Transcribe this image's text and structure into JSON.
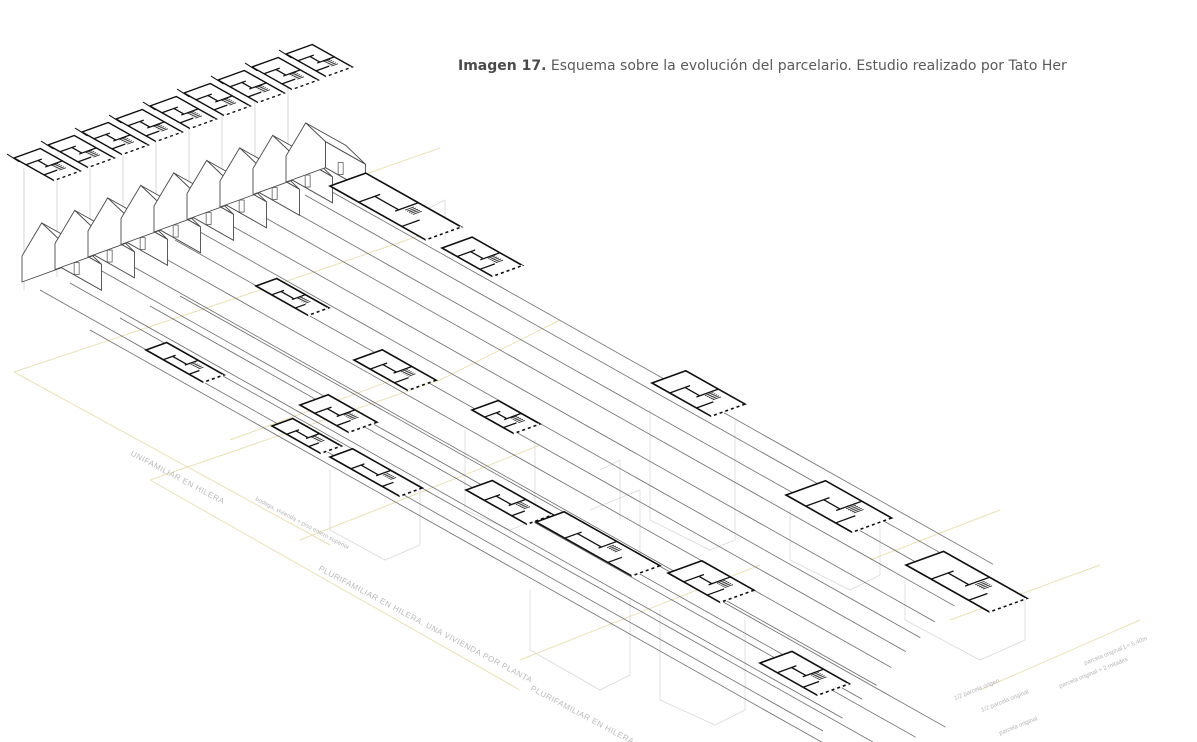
{
  "caption": {
    "title": "Imagen 17.",
    "text": " Esquema sobre la evolución del parcelario. Estudio realizado por Tato Her"
  },
  "diagram": {
    "labels": [
      "UNIFAMILIAR EN HILERA",
      "bodega, vivienda + piso entero superior",
      "PLURIFAMILIAR EN HILERA. UNA VIVIENDA POR PLANTA",
      "PLURIFAMILIAR EN HILERA. DOS",
      "1/2 parcela original",
      "1/2 parcela origen",
      "parcela original",
      "parcela original + 2 mitades",
      "parcela original  L= 6,40m"
    ],
    "colors": {
      "line": "#6b6b6b",
      "ink": "#111111",
      "guide": "#e8e2b8",
      "ghost": "#d6d6d6",
      "label": "#b9b9b9"
    }
  }
}
